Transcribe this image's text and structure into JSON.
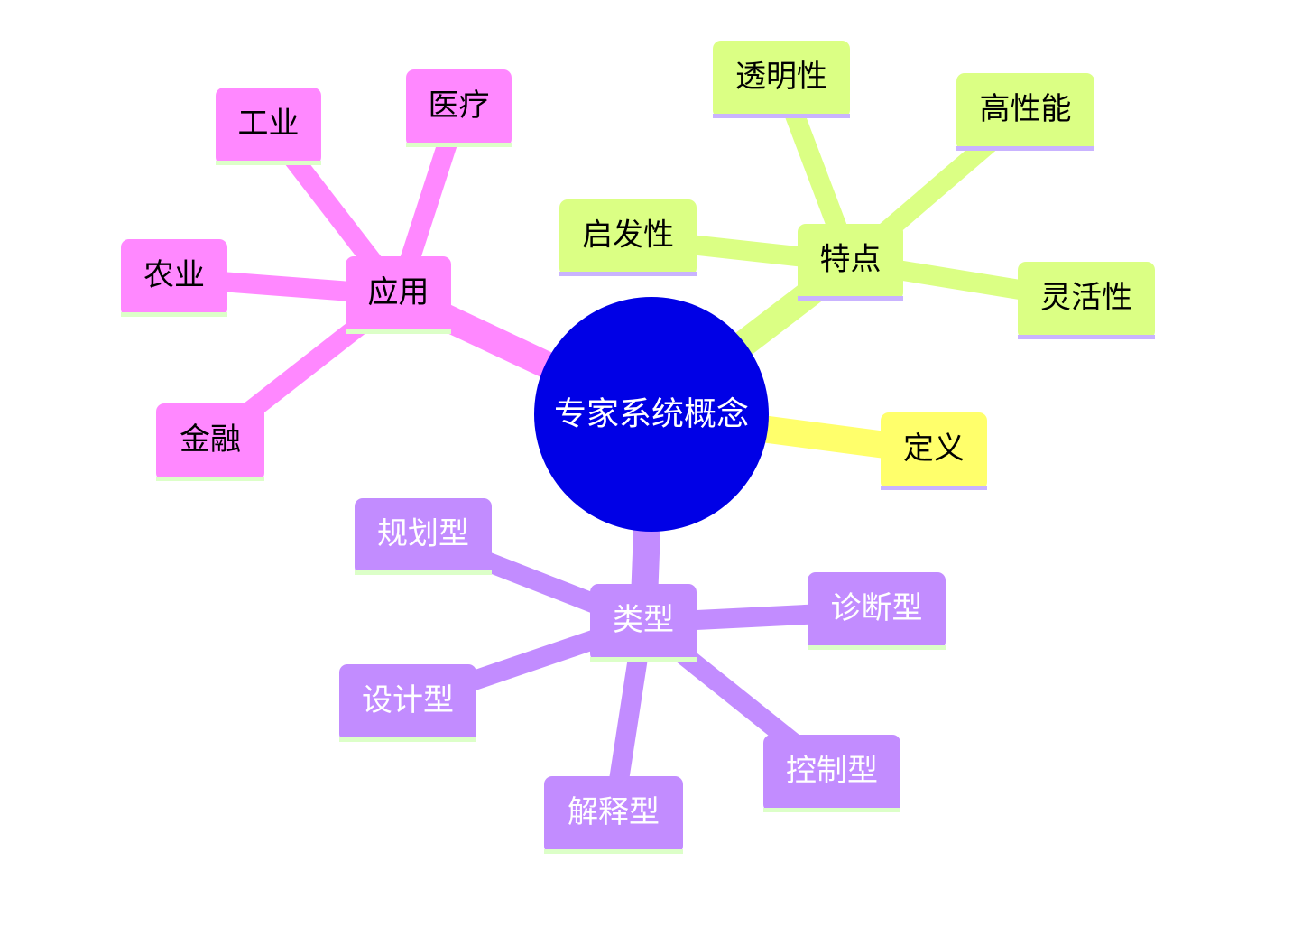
{
  "root": {
    "label": "专家系统概念",
    "fill": "#0000e6",
    "text_color": "#ffffff"
  },
  "branches": [
    {
      "key": "features",
      "label": "特点",
      "fill": "#dbff84",
      "edge_color": "#dbff84",
      "underline": "#c9b3ff",
      "text_color": "#000000",
      "children": [
        {
          "key": "transparency",
          "label": "透明性"
        },
        {
          "key": "high-performance",
          "label": "高性能"
        },
        {
          "key": "heuristic",
          "label": "启发性"
        },
        {
          "key": "flexibility",
          "label": "灵活性"
        }
      ]
    },
    {
      "key": "definition",
      "label": "定义",
      "fill": "#ffff6b",
      "edge_color": "#ffff6b",
      "underline": "#c9b3ff",
      "text_color": "#000000",
      "children": []
    },
    {
      "key": "types",
      "label": "类型",
      "fill": "#c28cff",
      "edge_color": "#c28cff",
      "underline": "#dcffc8",
      "text_color": "#ffffff",
      "children": [
        {
          "key": "planning",
          "label": "规划型"
        },
        {
          "key": "diagnosis",
          "label": "诊断型"
        },
        {
          "key": "design",
          "label": "设计型"
        },
        {
          "key": "control",
          "label": "控制型"
        },
        {
          "key": "interpretation",
          "label": "解释型"
        }
      ]
    },
    {
      "key": "applications",
      "label": "应用",
      "fill": "#ff88ff",
      "edge_color": "#ff88ff",
      "underline": "#dcffc8",
      "text_color": "#000000",
      "children": [
        {
          "key": "industry",
          "label": "工业"
        },
        {
          "key": "medical",
          "label": "医疗"
        },
        {
          "key": "agriculture",
          "label": "农业"
        },
        {
          "key": "finance",
          "label": "金融"
        }
      ]
    }
  ]
}
